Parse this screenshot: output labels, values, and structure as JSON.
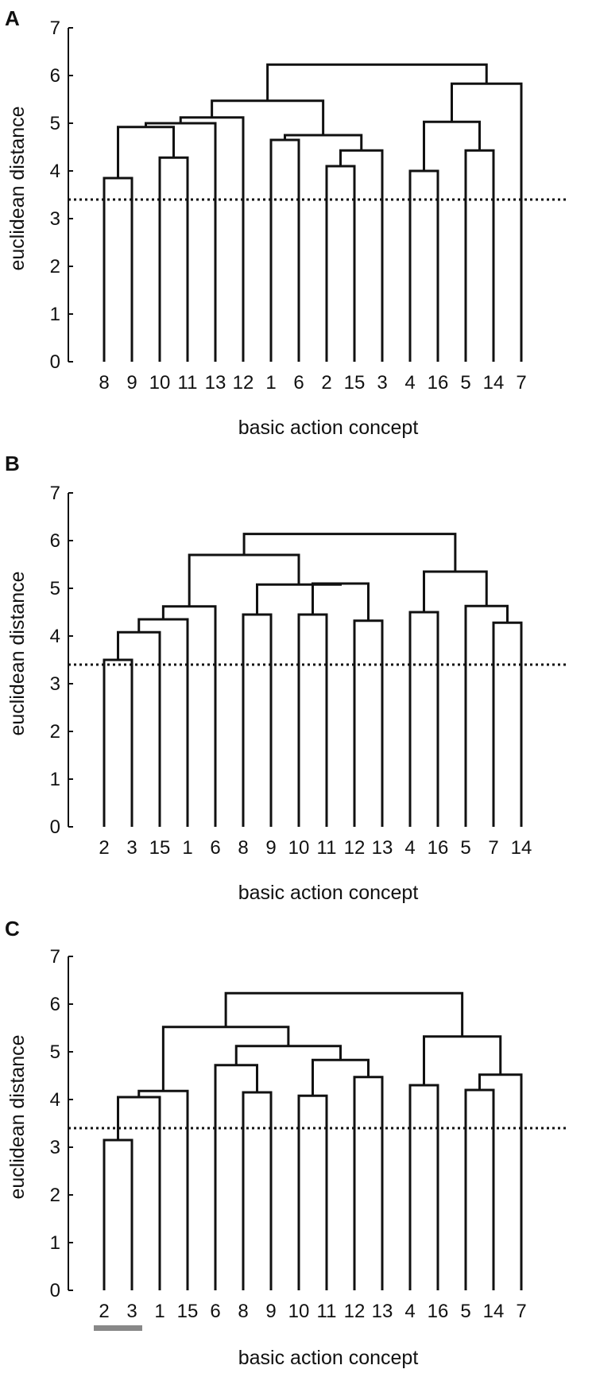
{
  "chart_data": [
    {
      "type": "dendrogram",
      "panel": "A",
      "xlabel": "basic action concept",
      "ylabel": "euclidean distance",
      "ylim": [
        0,
        7
      ],
      "yticks": [
        0,
        1,
        2,
        3,
        4,
        5,
        6,
        7
      ],
      "threshold": 3.4,
      "leaves": [
        "8",
        "9",
        "10",
        "11",
        "13",
        "12",
        "1",
        "6",
        "2",
        "15",
        "3",
        "4",
        "16",
        "5",
        "14",
        "7"
      ],
      "merges": [
        {
          "a": "L0",
          "b": "L1",
          "height": 3.85
        },
        {
          "a": "L2",
          "b": "L3",
          "height": 4.28
        },
        {
          "a": "M0",
          "b": "M1",
          "height": 4.92
        },
        {
          "a": "M2",
          "b": "L4",
          "height": 5.0
        },
        {
          "a": "M3",
          "b": "L5",
          "height": 5.12
        },
        {
          "a": "L6",
          "b": "L7",
          "height": 4.65
        },
        {
          "a": "L8",
          "b": "L9",
          "height": 4.1
        },
        {
          "a": "M6",
          "b": "L10",
          "height": 4.43
        },
        {
          "a": "M5",
          "b": "M7",
          "height": 4.75
        },
        {
          "a": "M4",
          "b": "M8",
          "height": 5.47
        },
        {
          "a": "L11",
          "b": "L12",
          "height": 4.0
        },
        {
          "a": "L13",
          "b": "L14",
          "height": 4.43
        },
        {
          "a": "M10",
          "b": "M11",
          "height": 5.03
        },
        {
          "a": "M12",
          "b": "L15",
          "height": 5.83
        },
        {
          "a": "M9",
          "b": "M13",
          "height": 6.23
        }
      ]
    },
    {
      "type": "dendrogram",
      "panel": "B",
      "xlabel": "basic action concept",
      "ylabel": "euclidean distance",
      "ylim": [
        0,
        7
      ],
      "yticks": [
        0,
        1,
        2,
        3,
        4,
        5,
        6,
        7
      ],
      "threshold": 3.4,
      "leaves": [
        "2",
        "3",
        "15",
        "1",
        "6",
        "8",
        "9",
        "10",
        "11",
        "12",
        "13",
        "4",
        "16",
        "5",
        "7",
        "14"
      ],
      "merges": [
        {
          "a": "L0",
          "b": "L1",
          "height": 3.5
        },
        {
          "a": "M0",
          "b": "L2",
          "height": 4.08
        },
        {
          "a": "M1",
          "b": "L3",
          "height": 4.35
        },
        {
          "a": "M2",
          "b": "L4",
          "height": 4.62
        },
        {
          "a": "L5",
          "b": "L6",
          "height": 4.45
        },
        {
          "a": "L7",
          "b": "L8",
          "height": 4.45
        },
        {
          "a": "L9",
          "b": "L10",
          "height": 4.32
        },
        {
          "a": "M5",
          "b": "M6",
          "height": 5.1
        },
        {
          "a": "M4",
          "b": "M7",
          "height": 5.08
        },
        {
          "a": "M3",
          "b": "M8",
          "height": 5.7
        },
        {
          "a": "L11",
          "b": "L12",
          "height": 4.5
        },
        {
          "a": "L14",
          "b": "L15",
          "height": 4.28
        },
        {
          "a": "L13",
          "b": "M11",
          "height": 4.63
        },
        {
          "a": "M10",
          "b": "M12",
          "height": 5.35
        },
        {
          "a": "M9",
          "b": "M13",
          "height": 6.14
        }
      ]
    },
    {
      "type": "dendrogram",
      "panel": "C",
      "xlabel": "basic action concept",
      "ylabel": "euclidean distance",
      "ylim": [
        0,
        7
      ],
      "yticks": [
        0,
        1,
        2,
        3,
        4,
        5,
        6,
        7
      ],
      "threshold": 3.4,
      "leaves": [
        "2",
        "3",
        "1",
        "15",
        "6",
        "8",
        "9",
        "10",
        "11",
        "12",
        "13",
        "4",
        "16",
        "5",
        "14",
        "7"
      ],
      "merges": [
        {
          "a": "L0",
          "b": "L1",
          "height": 3.15
        },
        {
          "a": "M0",
          "b": "L2",
          "height": 4.05
        },
        {
          "a": "M1",
          "b": "L3",
          "height": 4.18
        },
        {
          "a": "L5",
          "b": "L6",
          "height": 4.15
        },
        {
          "a": "L4",
          "b": "M3",
          "height": 4.72
        },
        {
          "a": "L7",
          "b": "L8",
          "height": 4.08
        },
        {
          "a": "L9",
          "b": "L10",
          "height": 4.47
        },
        {
          "a": "M5",
          "b": "M6",
          "height": 4.83
        },
        {
          "a": "M4",
          "b": "M7",
          "height": 5.12
        },
        {
          "a": "M2",
          "b": "M8",
          "height": 5.52
        },
        {
          "a": "L11",
          "b": "L12",
          "height": 4.3
        },
        {
          "a": "L13",
          "b": "L14",
          "height": 4.2
        },
        {
          "a": "M11",
          "b": "L15",
          "height": 4.52
        },
        {
          "a": "M10",
          "b": "M12",
          "height": 5.32
        },
        {
          "a": "M9",
          "b": "M13",
          "height": 6.23
        }
      ],
      "highlight": {
        "leaves": [
          "2",
          "3"
        ],
        "color": "#888888"
      }
    }
  ],
  "colors": {
    "line": "#111111",
    "highlight": "#888888"
  }
}
